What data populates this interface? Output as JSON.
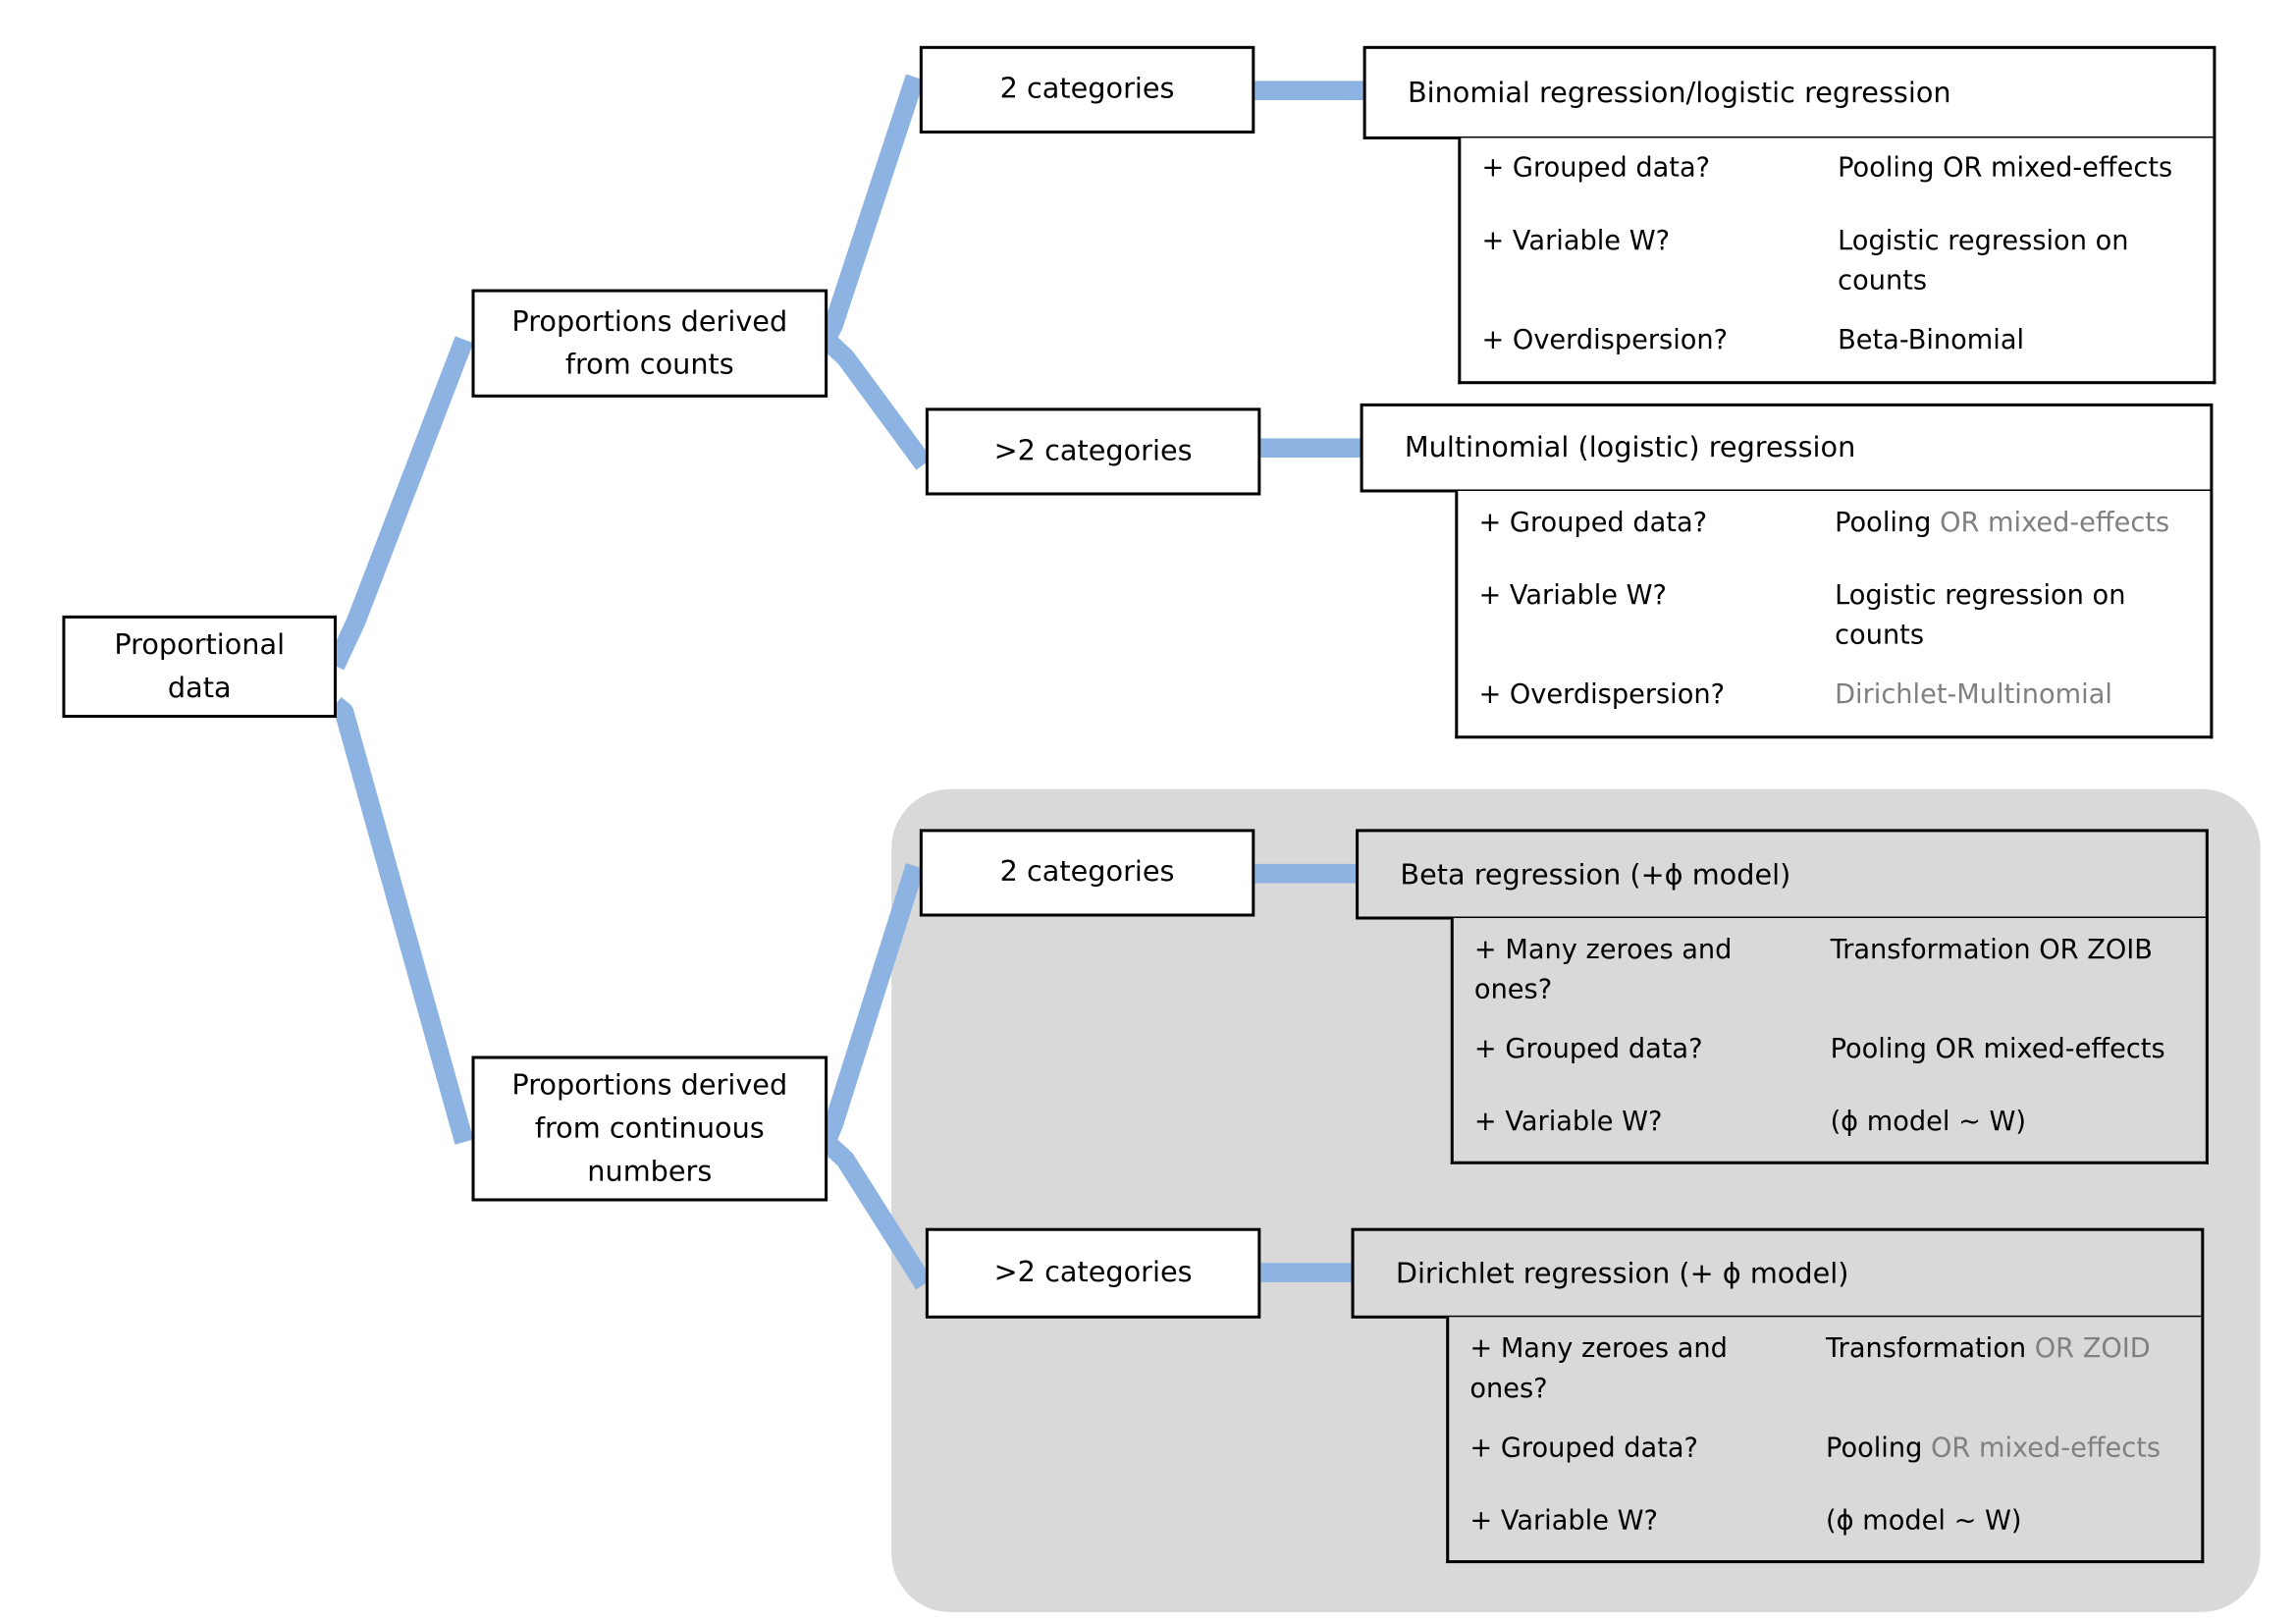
{
  "colors": {
    "connector": "#8db3e2",
    "shaded_panel": "#d9d9d9",
    "muted_text": "#808080"
  },
  "root": {
    "label": "Proportional data"
  },
  "branches": [
    {
      "label": "Proportions derived from counts",
      "children": [
        {
          "category": "2 categories",
          "model": "Binomial regression/logistic regression",
          "rows": [
            {
              "question": "+ Grouped data?",
              "answer_parts": [
                {
                  "text": "Pooling OR mixed-effects",
                  "muted": false
                }
              ]
            },
            {
              "question": "+ Variable W?",
              "answer_parts": [
                {
                  "text": "Logistic regression on counts",
                  "muted": false
                }
              ]
            },
            {
              "question": "+ Overdispersion?",
              "answer_parts": [
                {
                  "text": "Beta-Binomial",
                  "muted": false
                }
              ]
            }
          ]
        },
        {
          "category": ">2 categories",
          "model": "Multinomial (logistic) regression",
          "rows": [
            {
              "question": "+ Grouped data?",
              "answer_parts": [
                {
                  "text": "Pooling ",
                  "muted": false
                },
                {
                  "text": "OR mixed-effects",
                  "muted": true
                }
              ]
            },
            {
              "question": "+ Variable W?",
              "answer_parts": [
                {
                  "text": "Logistic regression on counts",
                  "muted": false
                }
              ]
            },
            {
              "question": "+ Overdispersion?",
              "answer_parts": [
                {
                  "text": "Dirichlet-Multinomial",
                  "muted": true
                }
              ]
            }
          ]
        }
      ]
    },
    {
      "label": "Proportions derived from continuous numbers",
      "children": [
        {
          "category": "2 categories",
          "model": "Beta regression (+ϕ model)",
          "rows": [
            {
              "question": "+ Many zeroes and ones?",
              "answer_parts": [
                {
                  "text": "Transformation OR ZOIB",
                  "muted": false
                }
              ]
            },
            {
              "question": "+ Grouped data?",
              "answer_parts": [
                {
                  "text": "Pooling OR mixed-effects",
                  "muted": false
                }
              ]
            },
            {
              "question": "+ Variable W?",
              "answer_parts": [
                {
                  "text": "(ϕ model ~ W)",
                  "muted": false
                }
              ]
            }
          ]
        },
        {
          "category": ">2 categories",
          "model": "Dirichlet regression (+ ϕ model)",
          "rows": [
            {
              "question": "+ Many zeroes and ones?",
              "answer_parts": [
                {
                  "text": "Transformation ",
                  "muted": false
                },
                {
                  "text": "OR ZOID",
                  "muted": true
                }
              ]
            },
            {
              "question": "+ Grouped data?",
              "answer_parts": [
                {
                  "text": "Pooling ",
                  "muted": false
                },
                {
                  "text": "OR mixed-effects",
                  "muted": true
                }
              ]
            },
            {
              "question": "+ Variable W?",
              "answer_parts": [
                {
                  "text": "(ϕ model ~ W)",
                  "muted": false
                }
              ]
            }
          ]
        }
      ]
    }
  ]
}
